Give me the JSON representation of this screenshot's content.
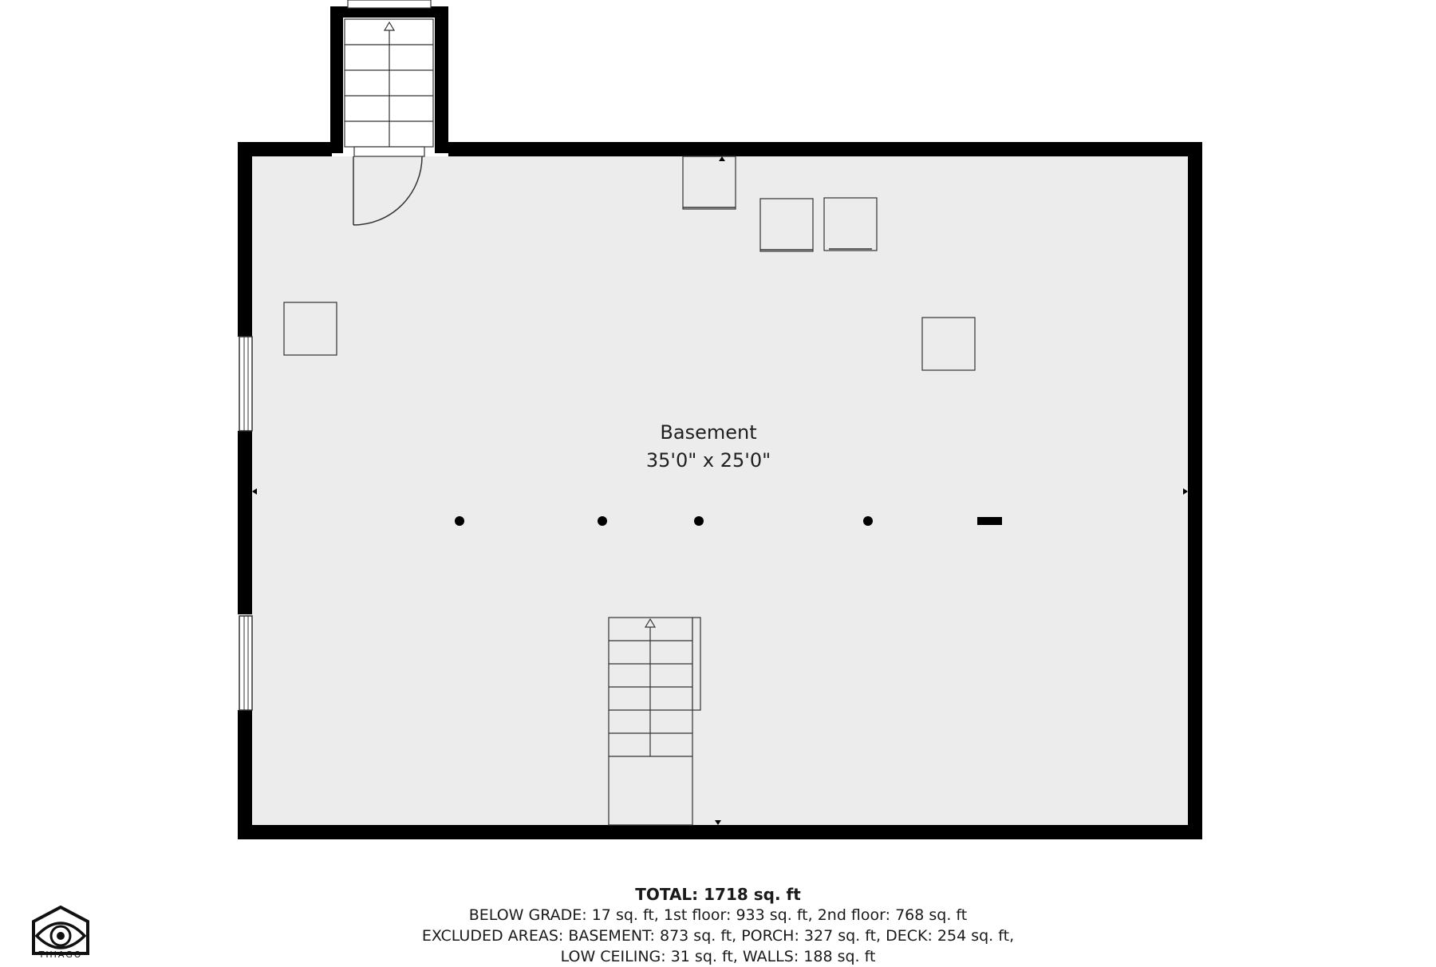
{
  "plan": {
    "room": {
      "name": "Basement",
      "dimensions": "35'0\" x 25'0\""
    }
  },
  "summary": {
    "total": "TOTAL: 1718 sq. ft",
    "line1": "BELOW GRADE: 17 sq. ft, 1st floor: 933 sq. ft, 2nd floor: 768 sq. ft",
    "line2": "EXCLUDED AREAS: BASEMENT: 873 sq. ft, PORCH: 327 sq. ft, DECK: 254 sq. ft,",
    "line3": "LOW CEILING: 31 sq. ft, WALLS: 188 sq. ft"
  },
  "logo": {
    "icon": "house-eye-icon",
    "text": "THIAGO"
  },
  "colors": {
    "wall": "#000000",
    "floor": "#ececec",
    "outline": "#333333"
  }
}
